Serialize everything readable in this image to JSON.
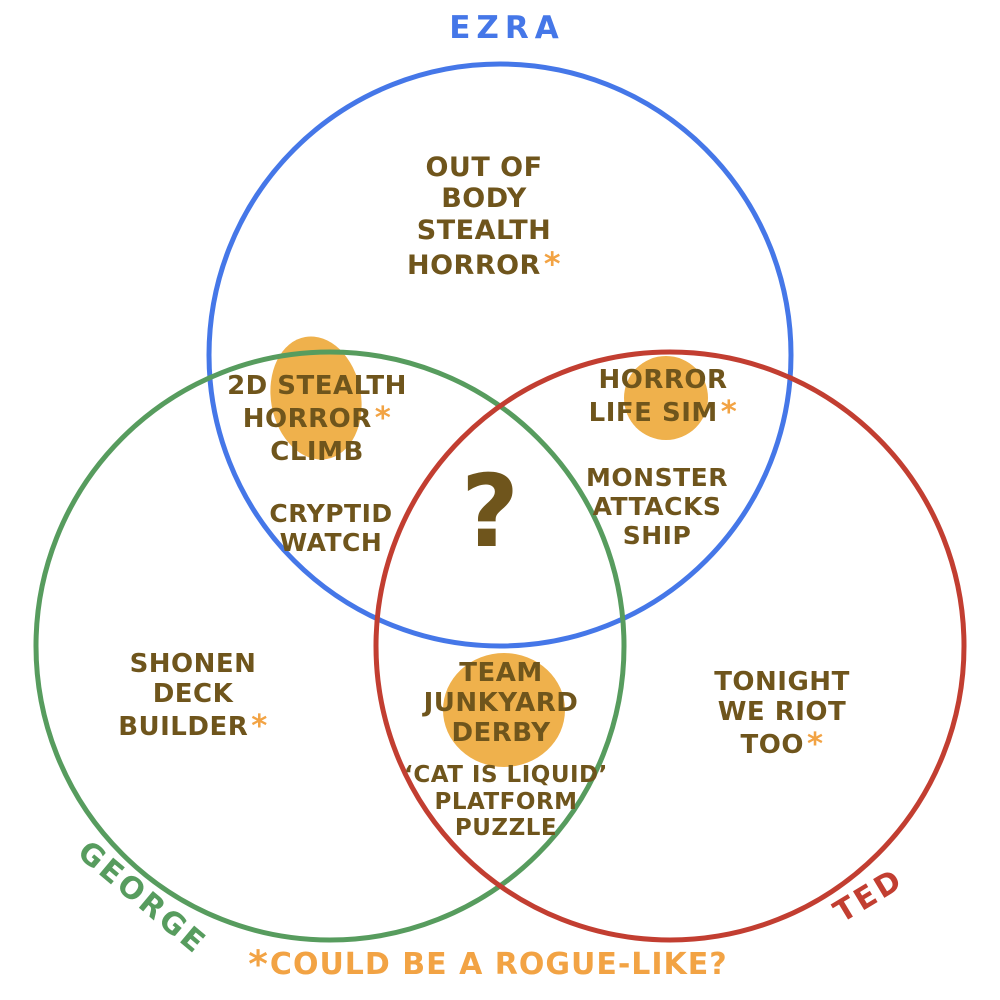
{
  "venn": {
    "sets": {
      "ezra": {
        "label": "EZRA",
        "color": "#4577e8"
      },
      "george": {
        "label": "GEORGE",
        "color": "#579c5e"
      },
      "ted": {
        "label": "TED",
        "color": "#c23e31"
      }
    },
    "colors": {
      "text_brown": "#6f551c",
      "accent_orange": "#f2a344",
      "highlight_blob": "#efb14c"
    },
    "asterisk_symbol": "*",
    "regions": {
      "ezra_only": {
        "lines": [
          "OUT OF",
          "BODY",
          "STEALTH",
          "HORROR"
        ],
        "has_asterisk": true
      },
      "ezra_george_1": {
        "lines": [
          "2D STEALTH",
          "HORROR",
          "CLIMB"
        ],
        "has_asterisk": true,
        "highlighted": true
      },
      "ezra_george_2": {
        "lines": [
          "CRYPTID",
          "WATCH"
        ]
      },
      "ezra_ted_1": {
        "lines": [
          "HORROR",
          "LIFE SIM"
        ],
        "has_asterisk": true,
        "highlighted": true
      },
      "ezra_ted_2": {
        "lines": [
          "MONSTER",
          "ATTACKS",
          "SHIP"
        ]
      },
      "george_only": {
        "lines": [
          "SHONEN",
          "DECK",
          "BUILDER"
        ],
        "has_asterisk": true
      },
      "george_ted_1": {
        "lines": [
          "TEAM",
          "JUNKYARD",
          "DERBY"
        ],
        "highlighted": true
      },
      "george_ted_2": {
        "lines": [
          "‘CAT IS LIQUID’",
          "PLATFORM",
          "PUZZLE"
        ]
      },
      "ted_only": {
        "lines": [
          "TONIGHT",
          "WE RIOT",
          "TOO"
        ],
        "has_asterisk": true
      },
      "all_three": {
        "symbol": "?"
      }
    },
    "footnote": {
      "symbol": "*",
      "text": "COULD BE A ROGUE-LIKE?"
    }
  }
}
